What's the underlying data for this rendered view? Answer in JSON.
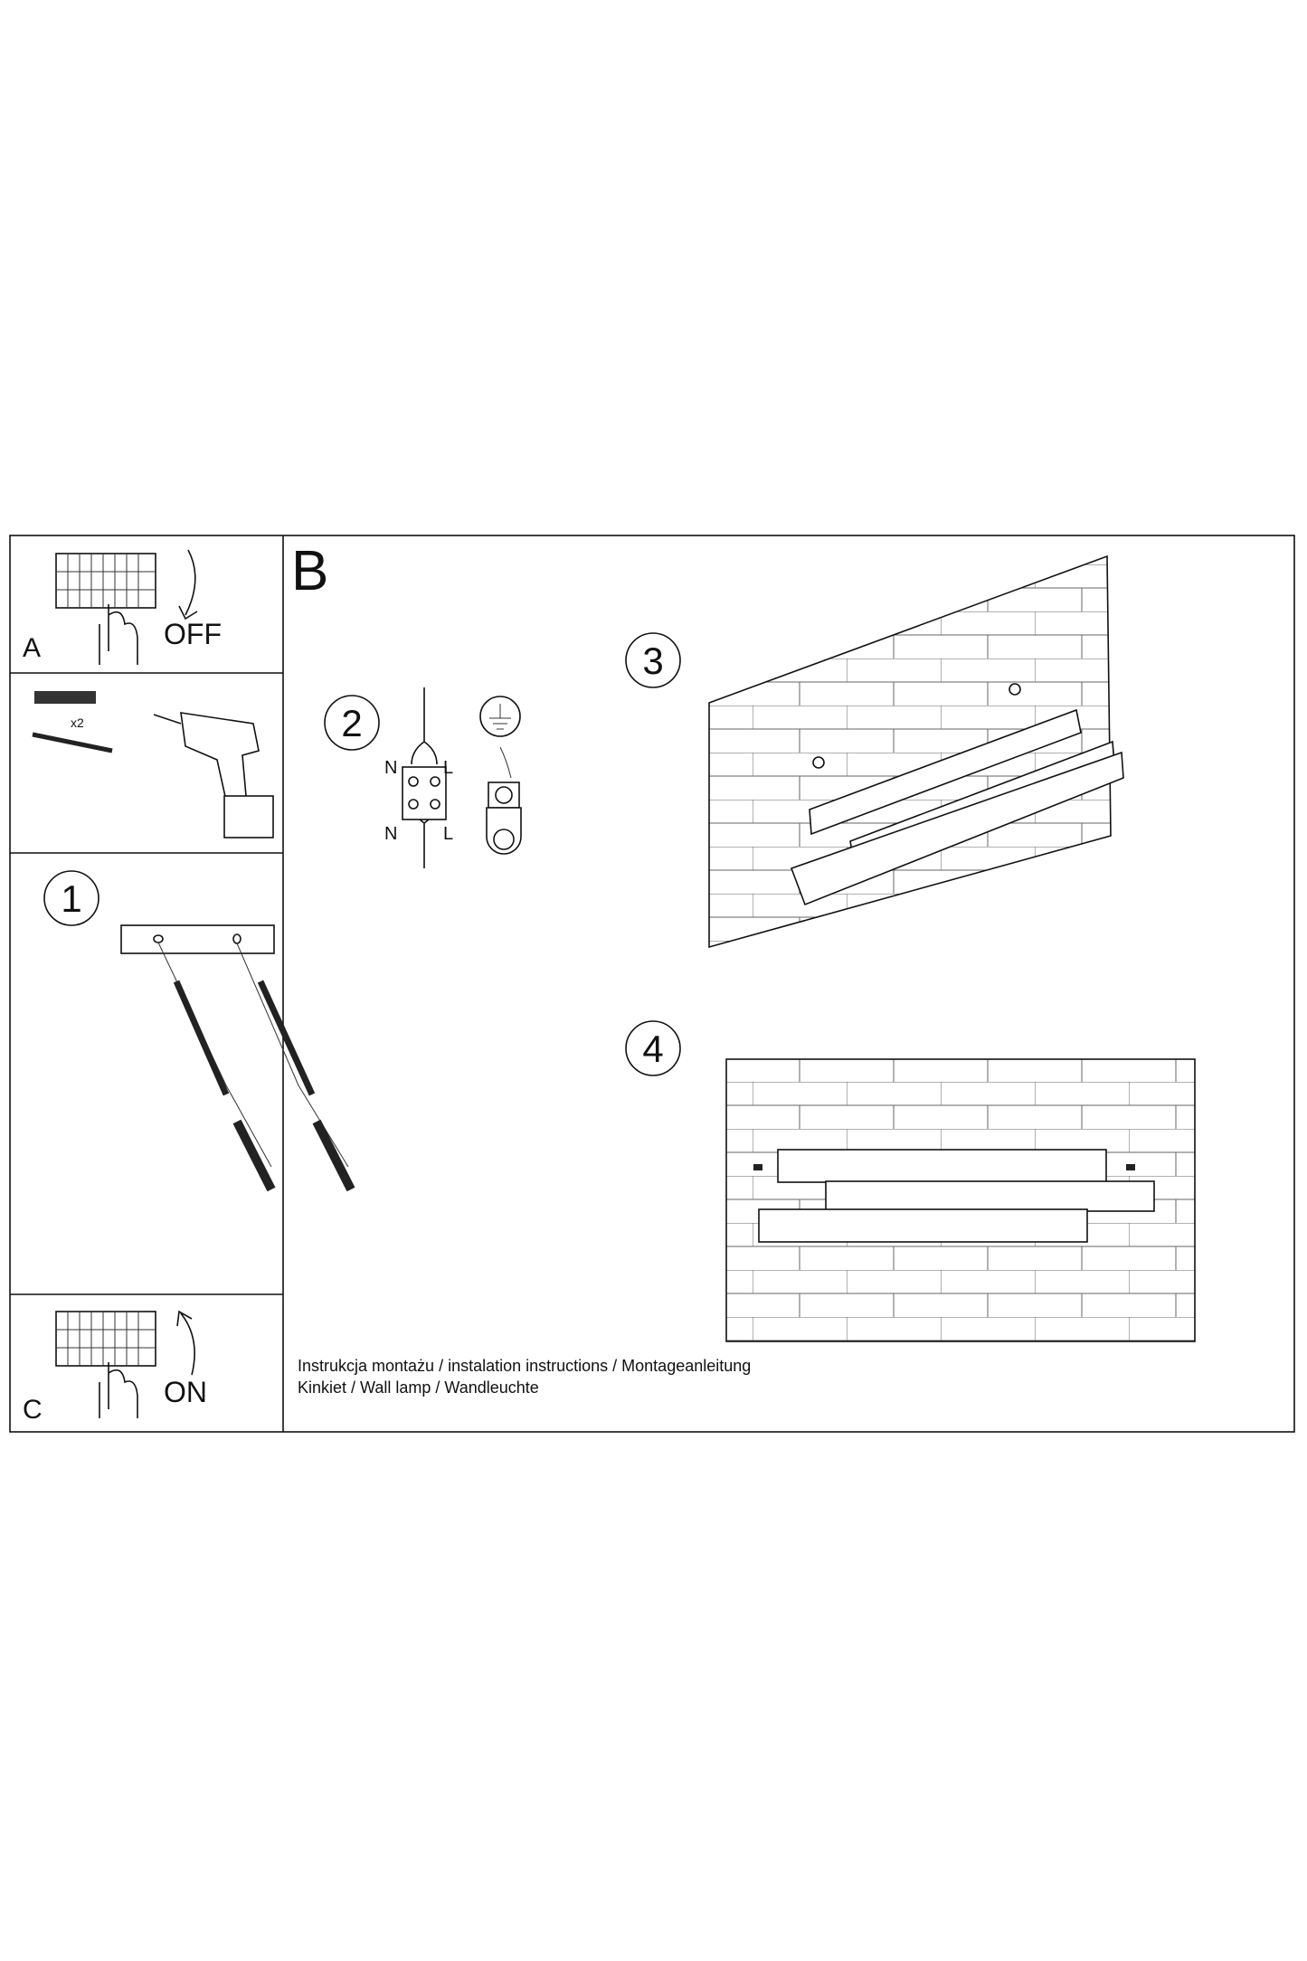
{
  "panel_a": {
    "letter": "A",
    "action": "OFF"
  },
  "panel_tools": {
    "quantity": "x2"
  },
  "panel_c": {
    "letter": "C",
    "action": "ON"
  },
  "section": {
    "letter": "B"
  },
  "steps": [
    {
      "number": "1"
    },
    {
      "number": "2",
      "wire_labels": {
        "neutral_top": "N",
        "live_top": "L",
        "neutral_bottom": "N",
        "live_bottom": "L"
      }
    },
    {
      "number": "3"
    },
    {
      "number": "4"
    }
  ],
  "footer": {
    "line1": "Instrukcja montażu / instalation instructions / Montageanleitung",
    "line2": "Kinkiet / Wall lamp / Wandleuchte"
  }
}
